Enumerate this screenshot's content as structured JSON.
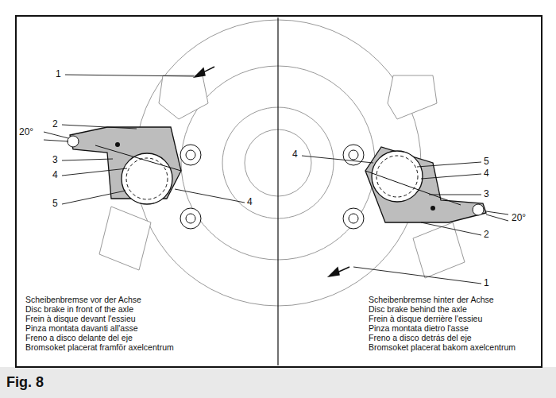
{
  "diagram": {
    "caption": "Fig. 8",
    "labels": [
      "1",
      "2",
      "20°",
      "3",
      "4",
      "5",
      "4",
      "4",
      "5",
      "4",
      "3",
      "2",
      "20°",
      "1",
      "Scheibenbremse vor der Achse",
      "Disc brake in front of the axle",
      "Frein à disque devant l'essieu",
      "Pinza montata davanti all'asse",
      "Freno a disco delante del eje",
      "Bromsoket placerat framför axelcentrum",
      "Scheibenbremse hinter der Achse",
      "Disc brake behind the axle",
      "Frein à disque derrière l'essieu",
      "Pinza montata dietro l'asse",
      "Freno a disco detrás del eje",
      "Bromsoket placerat bakom axelcentrum"
    ]
  }
}
